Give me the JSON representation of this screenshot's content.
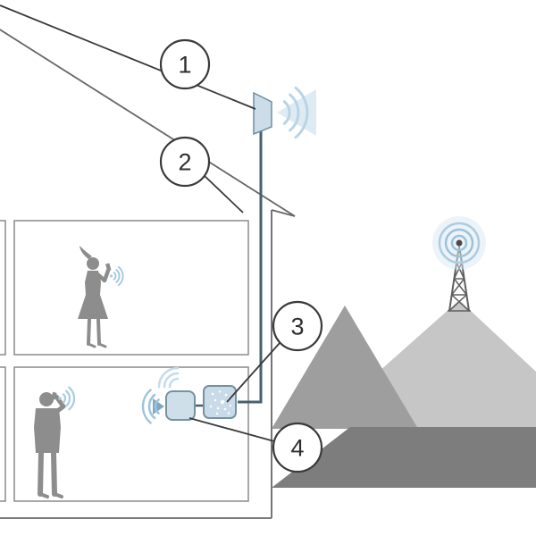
{
  "diagram": {
    "type": "cell-signal-booster-installation",
    "callouts": [
      {
        "number": "1",
        "target": "outdoor-antenna"
      },
      {
        "number": "2",
        "target": "antenna-cable"
      },
      {
        "number": "3",
        "target": "booster-unit"
      },
      {
        "number": "4",
        "target": "indoor-antenna"
      }
    ],
    "scene": {
      "building": "two-story-house-cross-section",
      "occupants": [
        "woman-using-phone-upstairs",
        "man-using-phone-downstairs"
      ],
      "background": [
        "cell-tower",
        "mountains"
      ]
    },
    "colors": {
      "signal_wave": "#b9d4e6",
      "signal_wave_strong": "#7fa8c2",
      "device_fill": "#cfdfe9",
      "device_stroke": "#76929f",
      "cable": "#46606e",
      "silhouette": "#8d8d8d",
      "mountain_light": "#c6c6c6",
      "mountain_medium": "#9e9e9e",
      "mountain_dark": "#7d7d7d",
      "outline": "#3a3a3a",
      "room_line": "#8a8a8a"
    }
  }
}
